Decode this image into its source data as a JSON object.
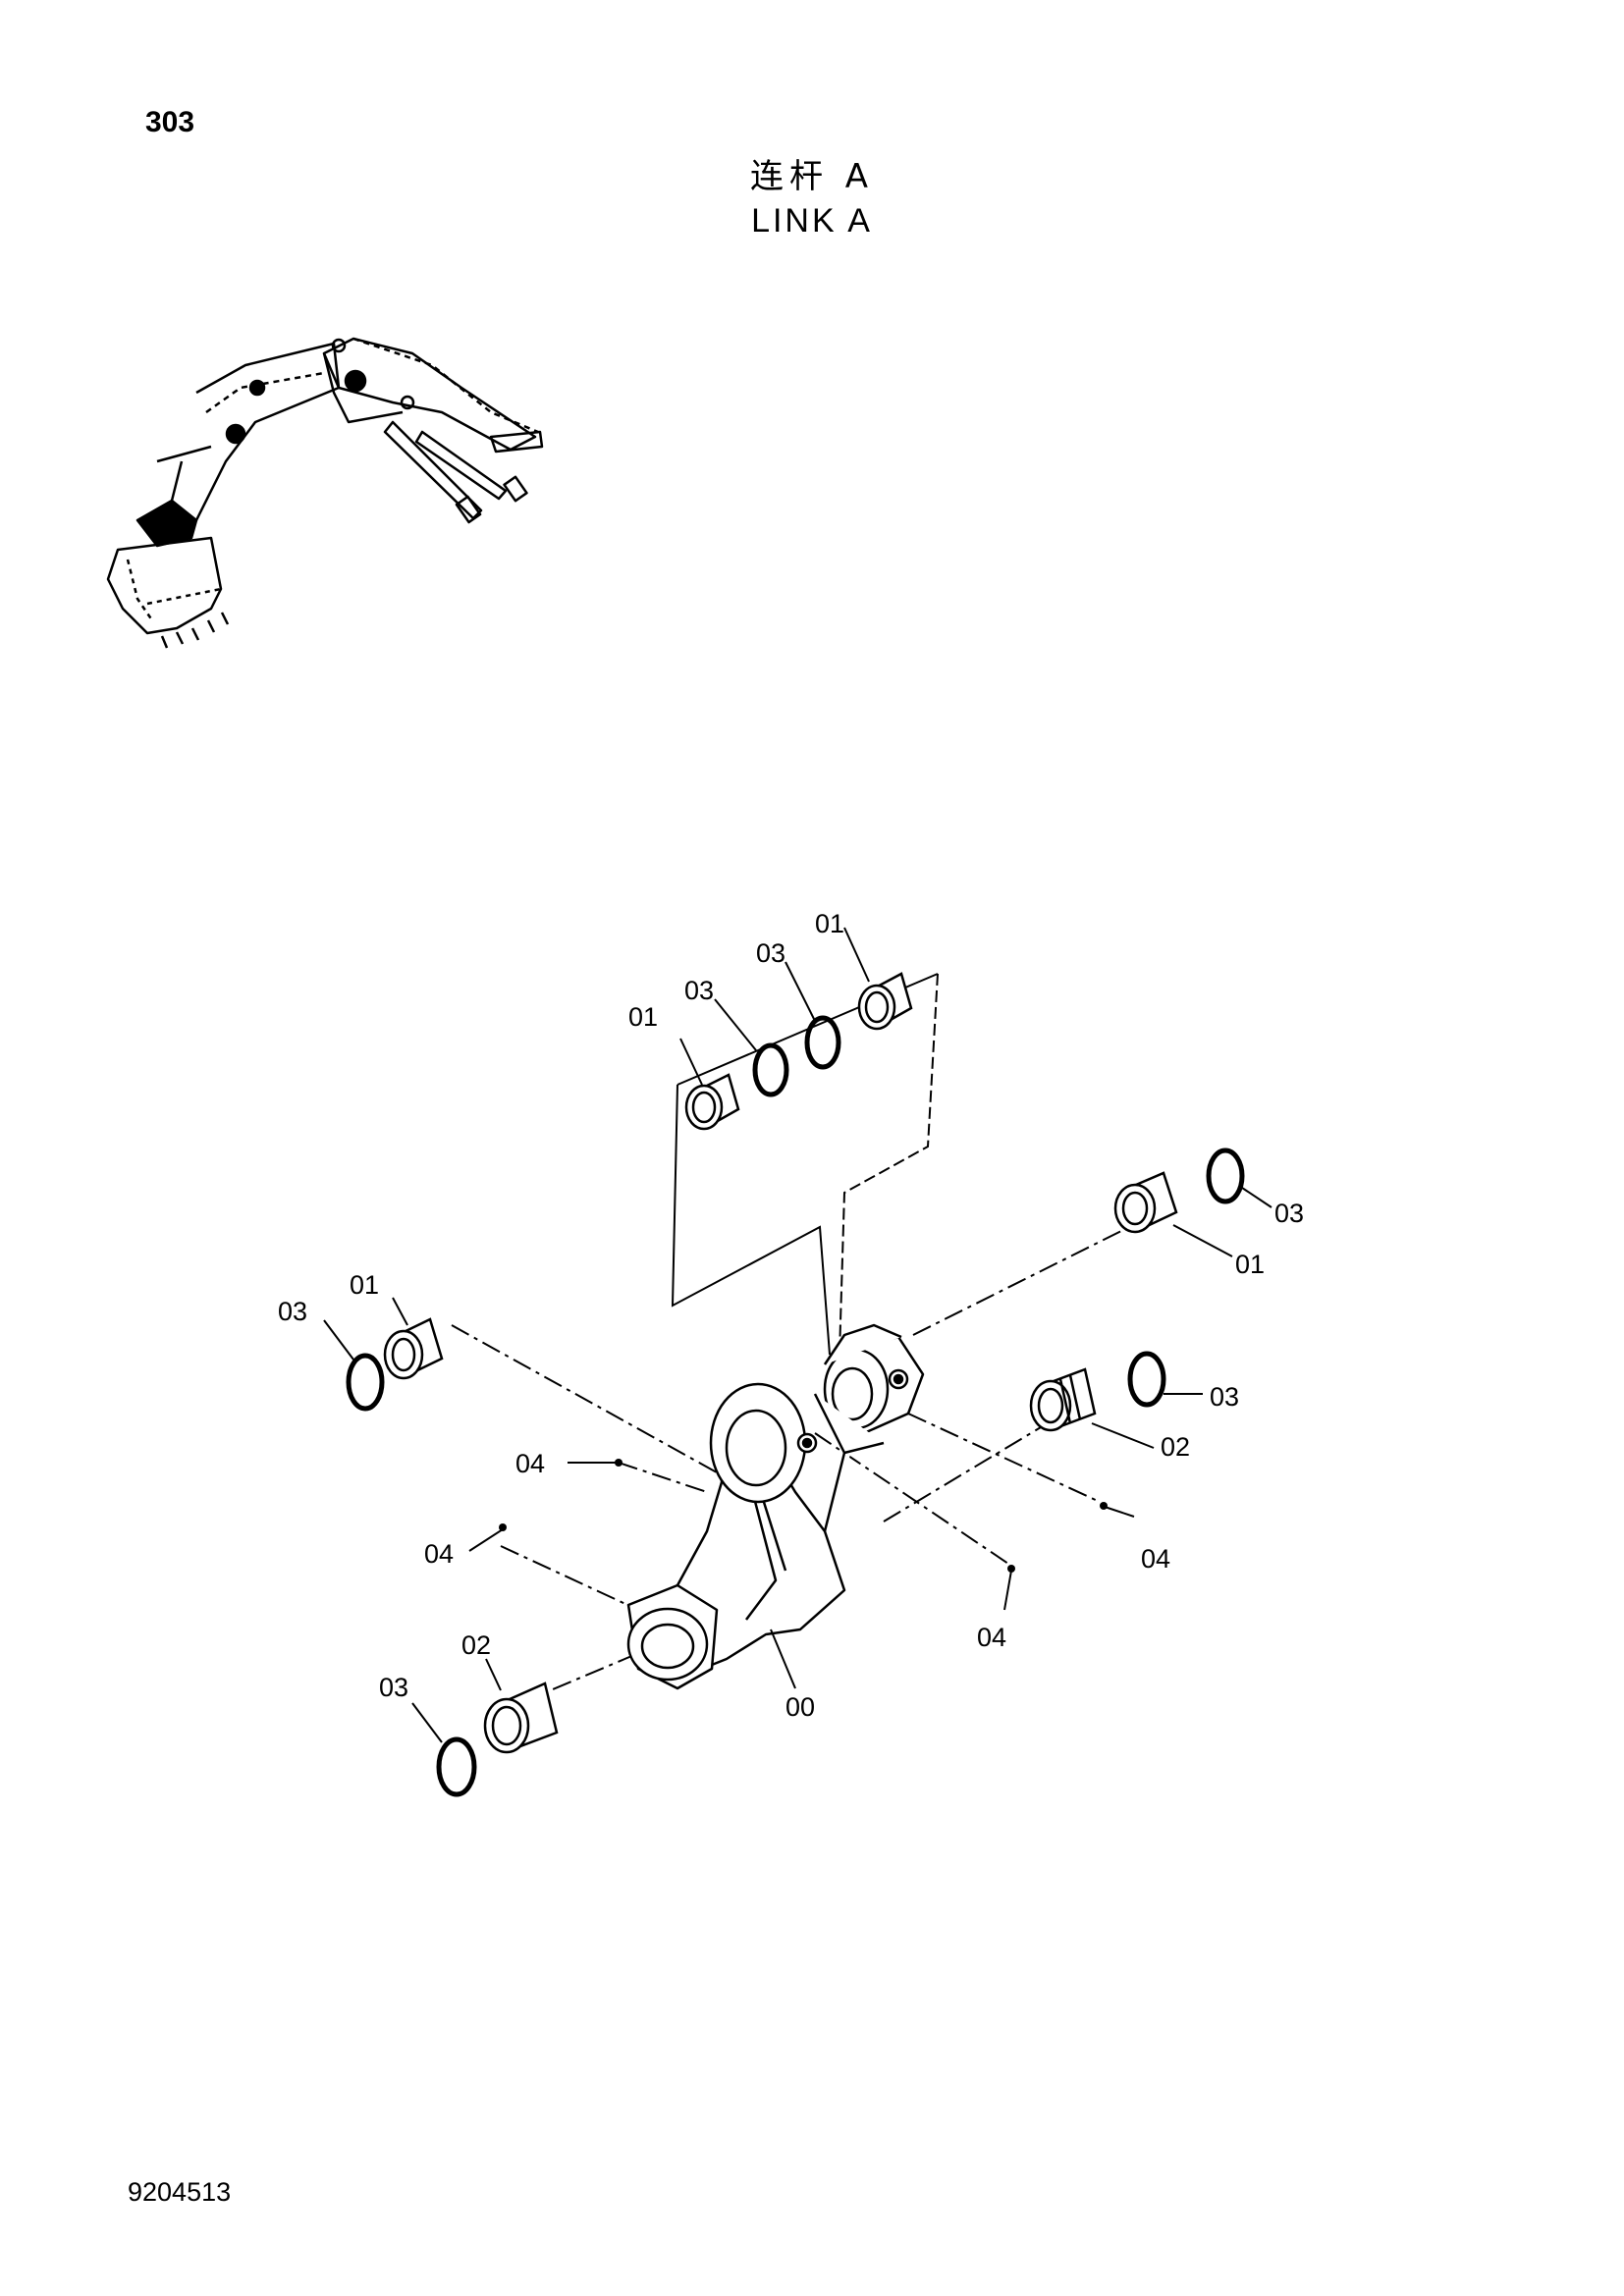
{
  "page_number": "303",
  "title": {
    "chinese": "连杆 A",
    "english": "LINK A"
  },
  "drawing_number": "9204513",
  "part_labels": {
    "link_body": "00",
    "bushing": "01",
    "bushing_grooved": "02",
    "seal_ring": "03",
    "grease_fitting": "04"
  }
}
